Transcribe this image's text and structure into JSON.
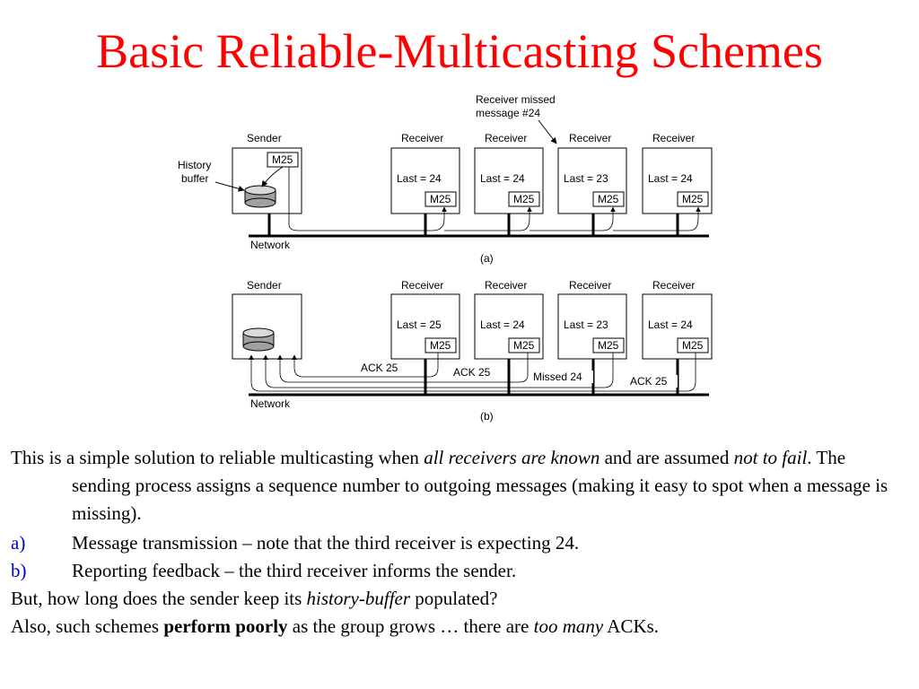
{
  "slide": {
    "title": "Basic Reliable-Multicasting Schemes"
  },
  "diagram": {
    "annotation": [
      "Receiver missed",
      "message #24"
    ],
    "sender_label": "Sender",
    "receiver_label": "Receiver",
    "history_buffer_label": [
      "History",
      "buffer"
    ],
    "network_label": "Network",
    "message_label": "M25",
    "panel_a": {
      "caption": "(a)",
      "receivers_last": [
        "Last = 24",
        "Last = 24",
        "Last = 23",
        "Last = 24"
      ]
    },
    "panel_b": {
      "caption": "(b)",
      "receivers_last": [
        "Last = 25",
        "Last = 24",
        "Last = 23",
        "Last = 24"
      ],
      "feedback": [
        "ACK 25",
        "ACK 25",
        "Missed 24",
        "ACK 25"
      ]
    }
  },
  "text": {
    "intro": {
      "part1": "This is a simple solution to reliable multicasting when ",
      "em1": "all receivers are known",
      "part2": " and are assumed ",
      "em2": "not to fail",
      "part3": ".  The sending process assigns a sequence number to outgoing messages (making it easy to spot when a message is missing)."
    },
    "items": [
      {
        "label": "a)",
        "text": "Message transmission – note that the third receiver is expecting 24."
      },
      {
        "label": "b)",
        "text": "Reporting feedback – the third receiver informs the sender."
      }
    ],
    "question": {
      "part1": "But, how long does the sender keep its ",
      "em": "history-buffer",
      "part2": " populated?"
    },
    "closing": {
      "part1": "Also, such schemes ",
      "strong": "perform poorly",
      "part2": " as the group grows … there are ",
      "em": "too many",
      "part3": " ACKs."
    }
  }
}
